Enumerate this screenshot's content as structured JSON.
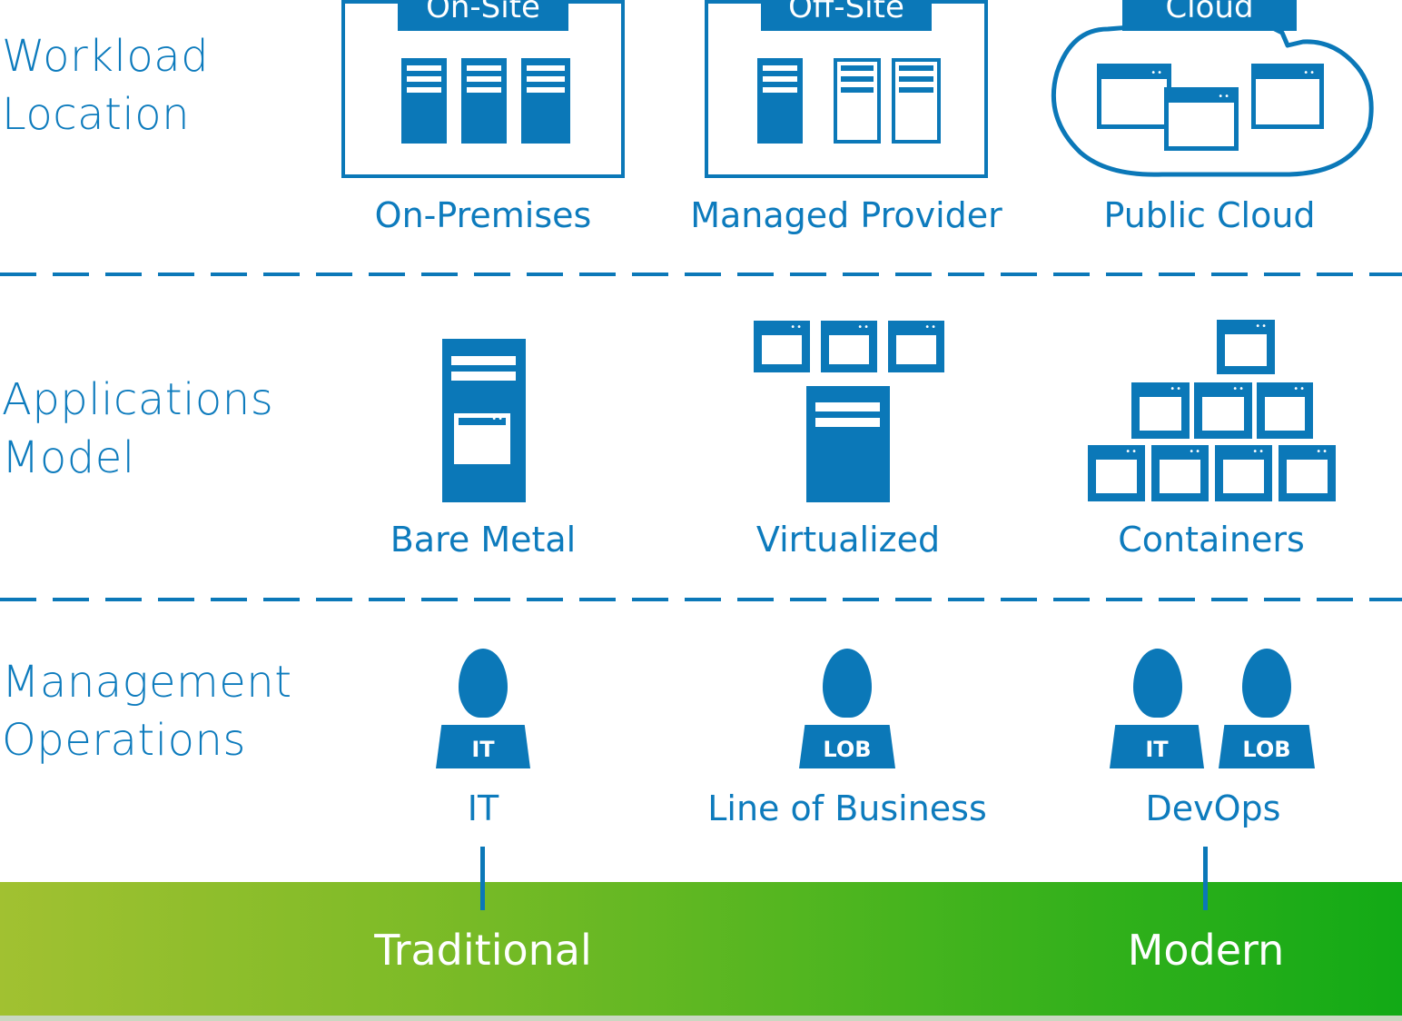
{
  "rows": {
    "workload_location": "Workload\nLocation",
    "applications_model": "Applications\nModel",
    "management_operations": "Management\nOperations"
  },
  "workload": {
    "on_site_tag": "On-Site",
    "off_site_tag": "Off-Site",
    "cloud_tag": "Cloud",
    "on_premises": "On-Premises",
    "managed_provider": "Managed Provider",
    "public_cloud": "Public Cloud"
  },
  "applications": {
    "bare_metal": "Bare Metal",
    "virtualized": "Virtualized",
    "containers": "Containers"
  },
  "management": {
    "it_badge": "IT",
    "lob_badge": "LOB",
    "devops_it_badge": "IT",
    "devops_lob_badge": "LOB",
    "it": "IT",
    "line_of_business": "Line of Business",
    "devops": "DevOps"
  },
  "scale": {
    "traditional": "Traditional",
    "modern": "Modern"
  },
  "colors": {
    "primary": "#0b78b8",
    "gradient_start": "#a1c131",
    "gradient_end": "#12aa16"
  }
}
